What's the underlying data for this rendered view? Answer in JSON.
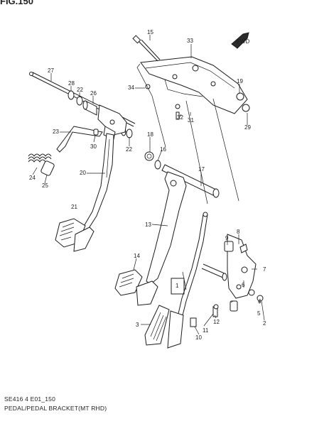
{
  "header_text": "FIG.150",
  "footer": {
    "code": "SE416 4 E01_150",
    "caption": "PEDAL/PEDAL BRACKET(MT RHD)"
  },
  "fwd_badge": "FWD",
  "callouts": [
    "15",
    "33",
    "27",
    "28",
    "22",
    "26",
    "34",
    "19",
    "32",
    "31",
    "29",
    "23",
    "30",
    "22",
    "18",
    "16",
    "24",
    "25",
    "20",
    "17",
    "13",
    "14",
    "3",
    "1",
    "11",
    "12",
    "10",
    "9",
    "8",
    "7",
    "6",
    "4",
    "5",
    "2",
    "21"
  ]
}
